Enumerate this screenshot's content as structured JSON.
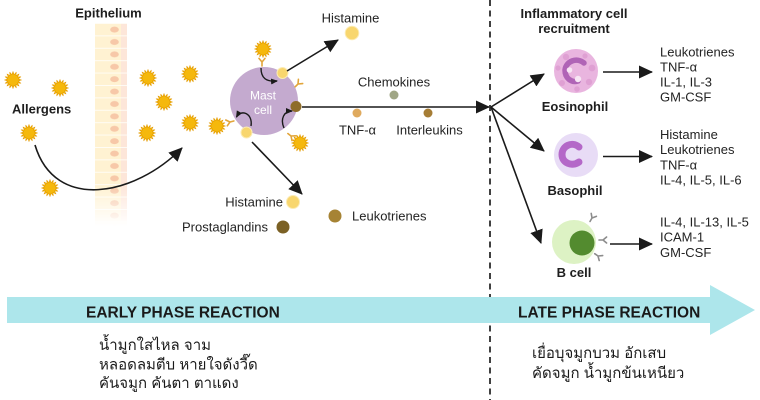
{
  "labels": {
    "epithelium": "Epithelium",
    "allergens": "Allergens",
    "mast_cell": [
      "Mast",
      "cell"
    ],
    "recruitment_title": [
      "Inflammatory cell",
      "recruitment"
    ]
  },
  "mast_cell_release": {
    "upper": {
      "label": "Histamine",
      "color": "#F8D66E"
    },
    "lateral": [
      {
        "label": "Chemokines",
        "color": "#A0A685"
      },
      {
        "label": "TNF-α",
        "color": "#DFAA5E"
      },
      {
        "label": "Interleukins",
        "color": "#A67D35"
      }
    ],
    "lower": [
      {
        "label": "Histamine",
        "color": "#F8D66E"
      },
      {
        "label": "Prostaglandins",
        "color": "#7B6125"
      },
      {
        "label": "Leukotrienes",
        "color": "#A68334"
      }
    ]
  },
  "inflammatory_cells": [
    {
      "name": "Eosinophil",
      "body_color": "#E9B5DF",
      "nucleus_color": "#B064B6",
      "mediators": [
        "Leukotrienes",
        "TNF-α",
        "IL-1, IL-3",
        "GM-CSF"
      ]
    },
    {
      "name": "Basophil",
      "body_color": "#E8DCF6",
      "nucleus_color": "#B468C8",
      "mediators": [
        "Histamine",
        "Leukotrienes",
        "TNF-α",
        "IL-4, IL-5, IL-6"
      ]
    },
    {
      "name": "B cell",
      "body_color": "#DDF2C4",
      "nucleus_color": "#538B2F",
      "mediators": [
        "IL-4, IL-13, IL-5",
        "ICAM-1",
        "GM-CSF"
      ]
    }
  ],
  "phases": {
    "early": {
      "title": "EARLY PHASE REACTION",
      "symptoms": [
        "น้ำมูกใสไหล จาม",
        "หลอดลมตีบ หายใจดังวี๊ด",
        "คันจมูก คันตา ตาแดง"
      ]
    },
    "late": {
      "title": "LATE PHASE REACTION",
      "symptoms": [
        "เยื่อบุจมูกบวม อักเสบ",
        "คัดจมูก น้ำมูกข้นเหนียว"
      ]
    }
  },
  "colors": {
    "allergen": "#F5B80C",
    "mast_cell": "#C4AACF",
    "mast_cell_antibody": "#E2A53A",
    "b_cell_antibody": "#8C8C8C",
    "granule_histamine": "#F8D66E",
    "granule_leukotriene": "#8E6D29",
    "epithelium_cell": "#FFF2D2",
    "epithelium_nucleus": "#F7C8A8",
    "timeline_arrow": "#ADE6EB"
  }
}
